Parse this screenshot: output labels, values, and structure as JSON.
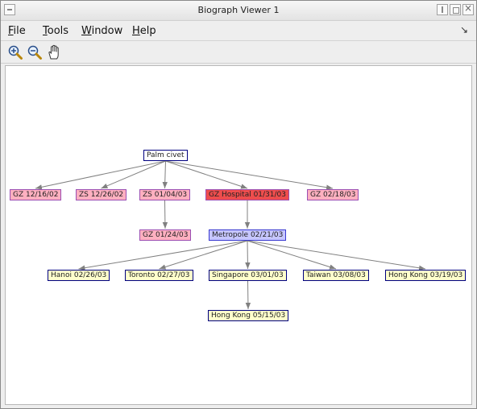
{
  "window": {
    "title": "Biograph Viewer 1"
  },
  "menu": {
    "items": [
      {
        "first": "F",
        "rest": "ile"
      },
      {
        "first": "T",
        "rest": "ools"
      },
      {
        "first": "W",
        "rest": "indow"
      },
      {
        "first": "H",
        "rest": "elp"
      }
    ],
    "dock_glyph": "↘"
  },
  "toolbar": {
    "buttons": [
      {
        "icon": "zoom-in-icon"
      },
      {
        "icon": "zoom-out-icon"
      },
      {
        "icon": "hand-pan-icon"
      }
    ]
  },
  "colors": {
    "root_fill": "#ffffff",
    "root_border": "#000080",
    "pink_fill": "#ffb0c0",
    "pink_border": "#9b4fb3",
    "red_fill": "#ee4d4d",
    "red_border": "#9b4fb3",
    "blue_fill": "#c6c6ff",
    "blue_border": "#3a3ad0",
    "yellow_fill": "#ffffcc",
    "yellow_border": "#000080",
    "edge": "#808080"
  },
  "graph": {
    "nodes": [
      {
        "id": "n0",
        "label": "Palm civet",
        "style": "root"
      },
      {
        "id": "n1",
        "label": "GZ 12/16/02",
        "style": "pink"
      },
      {
        "id": "n2",
        "label": "ZS 12/26/02",
        "style": "pink"
      },
      {
        "id": "n3",
        "label": "ZS 01/04/03",
        "style": "pink"
      },
      {
        "id": "n4",
        "label": "GZ Hospital 01/31/03",
        "style": "red"
      },
      {
        "id": "n5",
        "label": "GZ 02/18/03",
        "style": "pink"
      },
      {
        "id": "n6",
        "label": "GZ 01/24/03",
        "style": "pink"
      },
      {
        "id": "n7",
        "label": "Metropole 02/21/03",
        "style": "blue"
      },
      {
        "id": "n8",
        "label": "Hanoi 02/26/03",
        "style": "yellow"
      },
      {
        "id": "n9",
        "label": "Toronto 02/27/03",
        "style": "yellow"
      },
      {
        "id": "n10",
        "label": "Singapore 03/01/03",
        "style": "yellow"
      },
      {
        "id": "n11",
        "label": "Taiwan 03/08/03",
        "style": "yellow"
      },
      {
        "id": "n12",
        "label": "Hong Kong 03/19/03",
        "style": "yellow"
      },
      {
        "id": "n13",
        "label": "Hong Kong 05/15/03",
        "style": "yellow"
      }
    ],
    "edges": [
      [
        "n0",
        "n1"
      ],
      [
        "n0",
        "n2"
      ],
      [
        "n0",
        "n3"
      ],
      [
        "n0",
        "n4"
      ],
      [
        "n0",
        "n5"
      ],
      [
        "n3",
        "n6"
      ],
      [
        "n4",
        "n7"
      ],
      [
        "n7",
        "n8"
      ],
      [
        "n7",
        "n9"
      ],
      [
        "n7",
        "n10"
      ],
      [
        "n7",
        "n11"
      ],
      [
        "n7",
        "n12"
      ],
      [
        "n10",
        "n13"
      ]
    ]
  }
}
